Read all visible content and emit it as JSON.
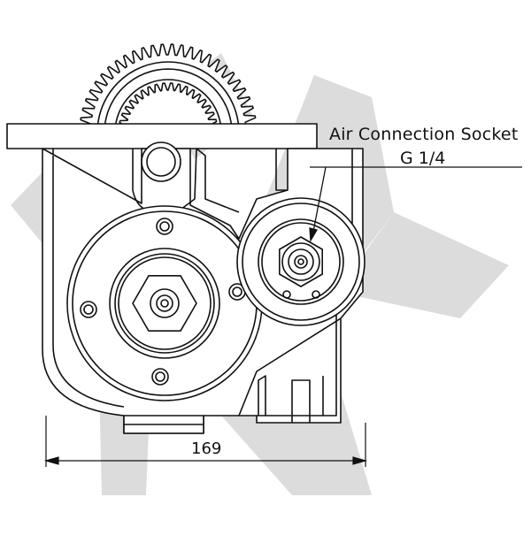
{
  "callout": {
    "line1": "Air Connection Socket",
    "line2": "G 1/4"
  },
  "dimension": {
    "width_label": "169"
  },
  "colors": {
    "line": "#111111",
    "watermark": "#d9d9d9",
    "background": "#ffffff"
  }
}
